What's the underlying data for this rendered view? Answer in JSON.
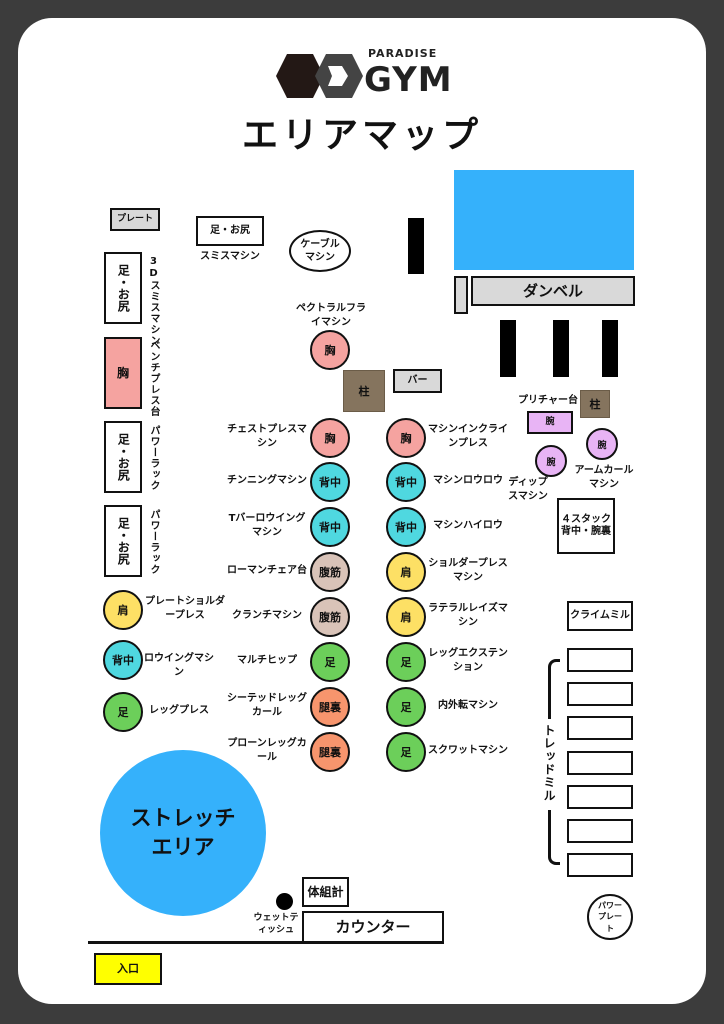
{
  "header": {
    "brand_small": "PARADISE",
    "brand_large": "GYM",
    "title": "エリアマップ"
  },
  "colors": {
    "background": "#3c3c3c",
    "sheet": "#ffffff",
    "blue_area": "#35b1fb",
    "chest": "#f5a3a0",
    "back": "#4fd8e0",
    "abs": "#d9c3b8",
    "shoulder": "#fde065",
    "legs": "#6ccf5a",
    "hamstring": "#f7956d",
    "arms": "#e8b4f5",
    "pillar": "#85745e",
    "gray_item": "#d9d9d9",
    "entrance": "#ffff00"
  },
  "left_column": {
    "plate": "プレート",
    "smith_box": "足・お尻",
    "smith_label": "スミスマシン",
    "smith3d_box": "足・お尻",
    "smith3d_label": "3Dスミスマシン",
    "bench_box": "胸",
    "bench_label": "ベンチプレス台",
    "power_rack_1_box": "足・お尻",
    "power_rack_1_label": "パワーラック",
    "power_rack_2_box": "足・お尻",
    "power_rack_2_label": "パワーラック"
  },
  "top_center": {
    "cable_machine": "ケーブルマシン",
    "pectoral_label": "ペクトラルフライマシン",
    "pectoral_tag": "胸",
    "pillar": "柱",
    "bar": "バー"
  },
  "dumbbell": {
    "label": "ダンベル"
  },
  "arms_area": {
    "preacher_label": "プリチャー台",
    "preacher_tag": "腕",
    "pillar": "柱",
    "dips_tag": "腕",
    "dips_label": "ディップスマシン",
    "armcurl_tag": "腕",
    "armcurl_label": "アームカールマシン",
    "stack_line1": "４スタック",
    "stack_line2": "背中・腕裏"
  },
  "center_left_machines": [
    {
      "label": "チェストプレスマシン",
      "tag": "胸",
      "category": "chest"
    },
    {
      "label": "チンニングマシン",
      "tag": "背中",
      "category": "back"
    },
    {
      "label": "Tバーロウイングマシン",
      "tag": "背中",
      "category": "back"
    },
    {
      "label": "ローマンチェア台",
      "tag": "腹筋",
      "category": "abs"
    },
    {
      "label": "クランチマシン",
      "tag": "腹筋",
      "category": "abs"
    },
    {
      "label": "マルチヒップ",
      "tag": "足",
      "category": "legs"
    },
    {
      "label": "シーテッドレッグカール",
      "tag": "腿裏",
      "category": "hamstring"
    },
    {
      "label": "プローンレッグカール",
      "tag": "腿裏",
      "category": "hamstring"
    }
  ],
  "center_right_machines": [
    {
      "label": "マシンインクラインプレス",
      "tag": "胸",
      "category": "chest"
    },
    {
      "label": "マシンロウロウ",
      "tag": "背中",
      "category": "back"
    },
    {
      "label": "マシンハイロウ",
      "tag": "背中",
      "category": "back"
    },
    {
      "label": "ショルダープレスマシン",
      "tag": "肩",
      "category": "shoulder"
    },
    {
      "label": "ラテラルレイズマシン",
      "tag": "肩",
      "category": "shoulder"
    },
    {
      "label": "レッグエクステンション",
      "tag": "足",
      "category": "legs"
    },
    {
      "label": "内外転マシン",
      "tag": "足",
      "category": "legs"
    },
    {
      "label": "スクワットマシン",
      "tag": "足",
      "category": "legs"
    }
  ],
  "left_machines": [
    {
      "label": "プレートショルダープレス",
      "tag": "肩",
      "category": "shoulder"
    },
    {
      "label": "ロウイングマシン",
      "tag": "背中",
      "category": "back"
    },
    {
      "label": "レッグプレス",
      "tag": "足",
      "category": "legs"
    }
  ],
  "cardio": {
    "climbmill": "クライムミル",
    "treadmill_label": "トレッドミル",
    "treadmill_count": 7,
    "power_plate": "パワープレート"
  },
  "bottom": {
    "stretch_area": "ストレッチエリア",
    "body_composition": "体組計",
    "wet_tissue": "ウェットティッシュ",
    "counter": "カウンター",
    "entrance": "入口"
  }
}
